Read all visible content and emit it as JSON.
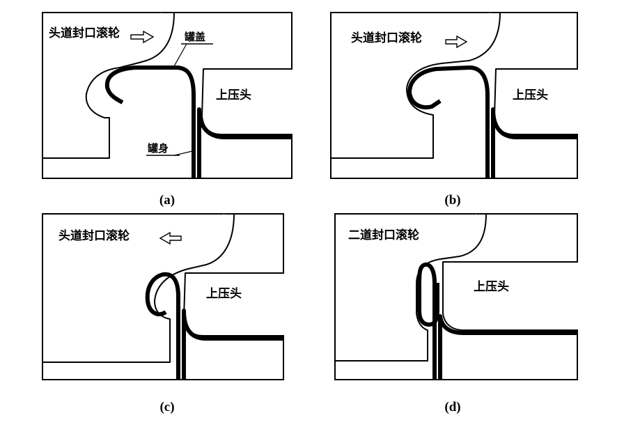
{
  "panels": [
    {
      "caption": "(a)",
      "roller_label": "头道封口滚轮",
      "arrow": "right",
      "press_label": "上压头",
      "lid_label": "罐盖",
      "body_label": "罐身"
    },
    {
      "caption": "(b)",
      "roller_label": "头道封口滚轮",
      "arrow": "right",
      "press_label": "上压头"
    },
    {
      "caption": "(c)",
      "roller_label": "头道封口滚轮",
      "arrow": "left",
      "press_label": "上压头"
    },
    {
      "caption": "(d)",
      "roller_label": "二道封口滚轮",
      "press_label": "上压头"
    }
  ]
}
